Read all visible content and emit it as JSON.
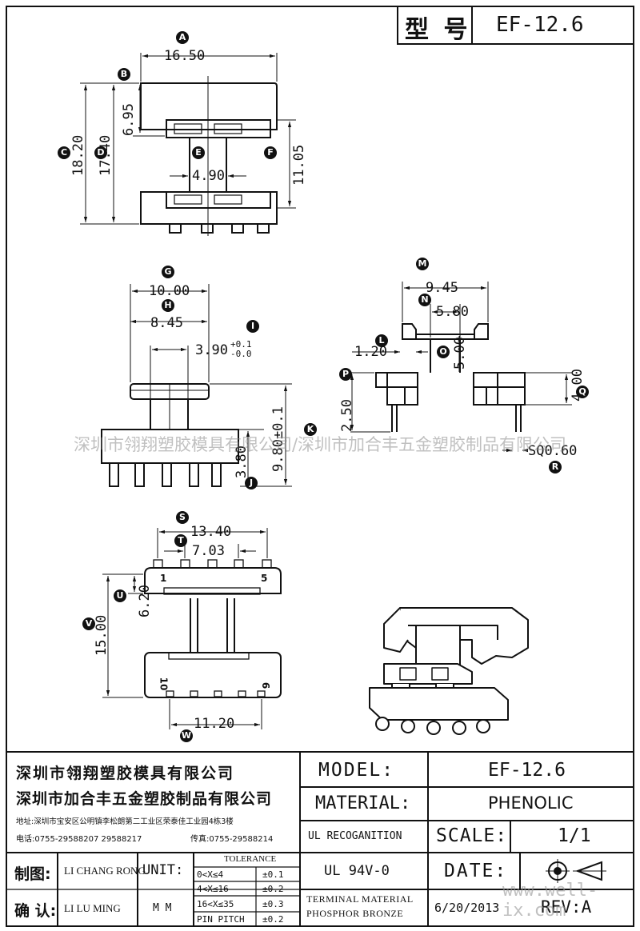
{
  "title_block": {
    "type_label": "型 号",
    "type_value": "EF-12.6",
    "model_label": "MODEL:",
    "model_value": "EF-12.6",
    "material_label": "MATERIAL:",
    "material_value": "PHENOLIC",
    "ul_label": "UL RECOGANITION",
    "ul_value": "UL 94V-0",
    "scale_label": "SCALE:",
    "scale_value": "1/1",
    "date_label": "DATE:",
    "date_value": "6/20/2013",
    "terminal_line1": "TERMINAL MATERIAL",
    "terminal_line2": "PHOSPHOR  BRONZE",
    "rev_label": "REV:A",
    "unit_label": "UNIT:",
    "unit_value": "M M",
    "drawn_label": "制图:",
    "drawn_by": "LI CHANG RONG",
    "confirm_label": "确 认:",
    "confirmed_by": "LI LU MING",
    "tolerance": {
      "heading": "TOLERANCE",
      "rows": [
        {
          "range": "0<X≤4",
          "value": "±0.1"
        },
        {
          "range": "4<X≤16",
          "value": "±0.2"
        },
        {
          "range": "16<X≤35",
          "value": "±0.3"
        },
        {
          "range": "PIN PITCH",
          "value": "±0.2"
        }
      ]
    }
  },
  "company": {
    "name1": "深圳市翎翔塑胶模具有限公司",
    "name2": "深圳市加合丰五金塑胶制品有限公司",
    "address": "地址:深圳市宝安区公明镇李松朗第二工业区荣泰佳工业园4栋3楼",
    "tel": "电话:0755-29588207  29588217",
    "fax": "传真:0755-29588214"
  },
  "watermark": "深圳市翎翔塑胶模具有限公司/深圳市加合丰五金塑胶制品有限公司",
  "site_mark": "www.well-ix.com",
  "dimensions": {
    "d_16_50": "16.50",
    "d_6_95": "6.95",
    "d_18_20": "18.20",
    "d_17_40": "17.40",
    "d_4_90": "4.90",
    "d_11_05": "11.05",
    "d_10_00": "10.00",
    "d_8_45": "8.45",
    "d_3_90": "3.90",
    "d_3_90_tol_top": "+0.1",
    "d_3_90_tol_bot": "-0.0",
    "d_9_80": "9.80±0.1",
    "d_3_80": "3.80",
    "d_9_45": "9.45",
    "d_5_80": "5.80",
    "d_1_20": "1.20",
    "d_5_00": "5.00",
    "d_4_00": "4.00",
    "d_2_50": "2.50",
    "d_sq060": "SQ0.60",
    "d_13_40": "13.40",
    "d_7_03": "7.03",
    "d_6_20": "6.20",
    "d_15_00": "15.00",
    "d_11_20": "11.20",
    "pin_1": "1",
    "pin_5": "5",
    "pin_10": "10",
    "pin_6": "6"
  },
  "callouts": [
    "A",
    "B",
    "C",
    "D",
    "E",
    "F",
    "G",
    "H",
    "I",
    "J",
    "K",
    "M",
    "N",
    "L",
    "O",
    "P",
    "Q",
    "R",
    "S",
    "T",
    "U",
    "V",
    "W"
  ]
}
